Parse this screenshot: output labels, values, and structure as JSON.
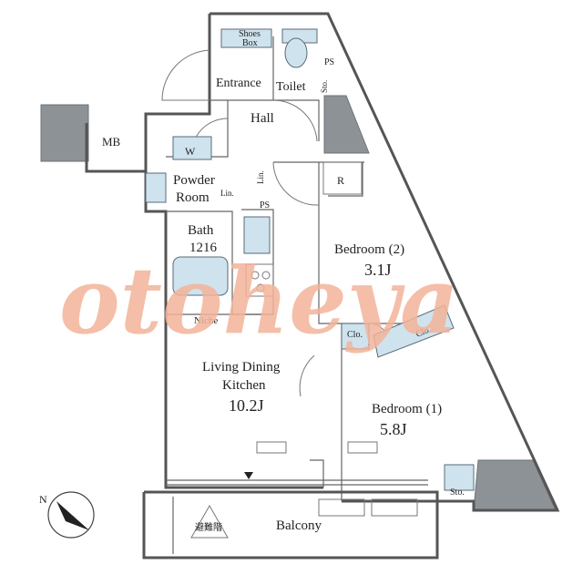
{
  "rooms": {
    "entrance": "Entrance",
    "toilet": "Toilet",
    "hall": "Hall",
    "mb": "MB",
    "powder_room_line1": "Powder",
    "powder_room_line2": "Room",
    "bath_line1": "Bath",
    "bath_line2": "1216",
    "niche": "Niche",
    "ldk_line1": "Living Dining",
    "ldk_line2": "Kitchen",
    "ldk_size": "10.2J",
    "bedroom2": "Bedroom (2)",
    "bedroom2_size": "3.1J",
    "bedroom1": "Bedroom (1)",
    "bedroom1_size": "5.8J",
    "balcony": "Balcony"
  },
  "fixtures": {
    "shoes_box_line1": "Shoes",
    "shoes_box_line2": "Box",
    "ps_top": "PS",
    "sto_toilet": "Sto.",
    "washer": "W",
    "lin_top": "Lin.",
    "lin_bottom": "Lin.",
    "ps_mid": "PS",
    "refrigerator": "R",
    "clo_left": "Clo.",
    "clo_right": "Clo.",
    "sto_bedroom": "Sto.",
    "emergency_exit": "避難階"
  },
  "compass": {
    "north_label": "N"
  },
  "watermark": "otoheya",
  "colors": {
    "fixture_fill": "#cfe3ee",
    "wall": "#555555",
    "block": "#8d9296",
    "watermark": "#f3b39a"
  }
}
